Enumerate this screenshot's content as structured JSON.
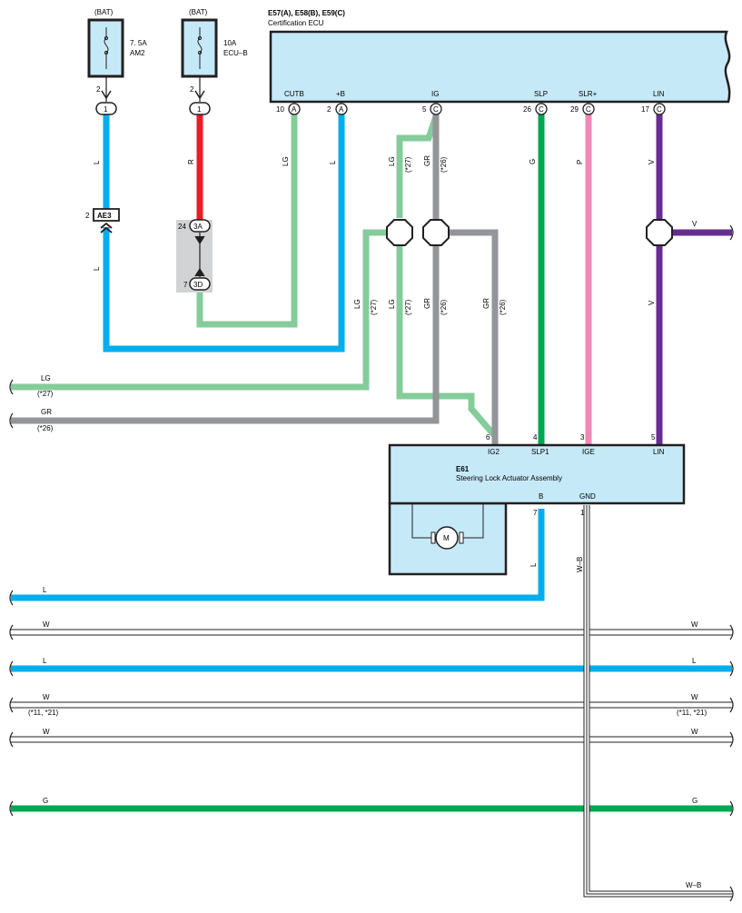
{
  "colors": {
    "L": "#00aeef",
    "R": "#ed1c24",
    "LG": "#85cc9b",
    "GR": "#939598",
    "G": "#00a651",
    "P": "#f287b7",
    "V": "#662d91",
    "W": "#ffffff",
    "component_fill": "#c6e9f8",
    "junction_fill": "#d1d3d4"
  },
  "fuses": {
    "am2": {
      "supply": "(BAT)",
      "rating": "7. 5A",
      "name": "AM2",
      "pin": "2",
      "connector_pin": "1"
    },
    "ecub": {
      "supply": "(BAT)",
      "rating": "10A",
      "name": "ECU–B",
      "pin": "2",
      "connector_pin": "1"
    }
  },
  "ecu": {
    "codes": "E57(A), E58(B), E59(C)",
    "name": "Certification ECU",
    "terminals": [
      {
        "label": "CUTB",
        "pin": "10",
        "conn": "A"
      },
      {
        "label": "+B",
        "pin": "2",
        "conn": "A"
      },
      {
        "label": "IG",
        "pin": "5",
        "conn": "C"
      },
      {
        "label": "SLP",
        "pin": "26",
        "conn": "C"
      },
      {
        "label": "SLR+",
        "pin": "29",
        "conn": "C"
      },
      {
        "label": "LIN",
        "pin": "17",
        "conn": "C"
      }
    ]
  },
  "connectors": {
    "ae3": {
      "label": "AE3",
      "pin": "2"
    },
    "j3a": {
      "label": "3A",
      "pin": "24"
    },
    "j3d": {
      "label": "3D",
      "pin": "7"
    }
  },
  "actuator": {
    "code": "E61",
    "name": "Steering Lock Actuator Assembly",
    "top_terminals": [
      {
        "label": "IG2",
        "pin": "6"
      },
      {
        "label": "SLP1",
        "pin": "4"
      },
      {
        "label": "IGE",
        "pin": "3"
      },
      {
        "label": "LIN",
        "pin": "5"
      }
    ],
    "bottom_terminals": [
      {
        "label": "B",
        "pin": "7"
      },
      {
        "label": "GND",
        "pin": "1"
      }
    ],
    "motor": "M"
  },
  "wire_labels": {
    "l_am2": "L",
    "l_am2_lower": "L",
    "r_ecub": "R",
    "lg_cutb": "LG",
    "l_plusb": "L",
    "lg_ig": "LG",
    "lg_ig_note": "(*27)",
    "gr_ig": "GR",
    "gr_ig_note": "(*26)",
    "g_slp": "G",
    "p_slr": "P",
    "v_lin": "V",
    "v_lin_lower": "V",
    "v_right": "V",
    "lg_branch": "LG",
    "lg_branch_note": "(*27)",
    "lg_mid": "LG",
    "lg_mid_note": "(*27)",
    "gr_mid": "GR",
    "gr_mid_note": "(*26)",
    "gr_right": "GR",
    "gr_right_note": "(*26)",
    "l_b": "L",
    "wb_gnd": "W–B"
  },
  "left_wires": [
    {
      "label": "LG",
      "note": "(*27)"
    },
    {
      "label": "GR",
      "note": "(*26)"
    }
  ],
  "bus_wires": [
    {
      "left": "L",
      "right": "",
      "note": ""
    },
    {
      "left": "W",
      "right": "W",
      "note": ""
    },
    {
      "left": "L",
      "right": "L",
      "note": ""
    },
    {
      "left": "W",
      "right": "W",
      "note": "(*11, *21)"
    },
    {
      "left": "W",
      "right": "W",
      "note": ""
    },
    {
      "left": "G",
      "right": "G",
      "note": ""
    }
  ],
  "wb_bottom": "W–B"
}
